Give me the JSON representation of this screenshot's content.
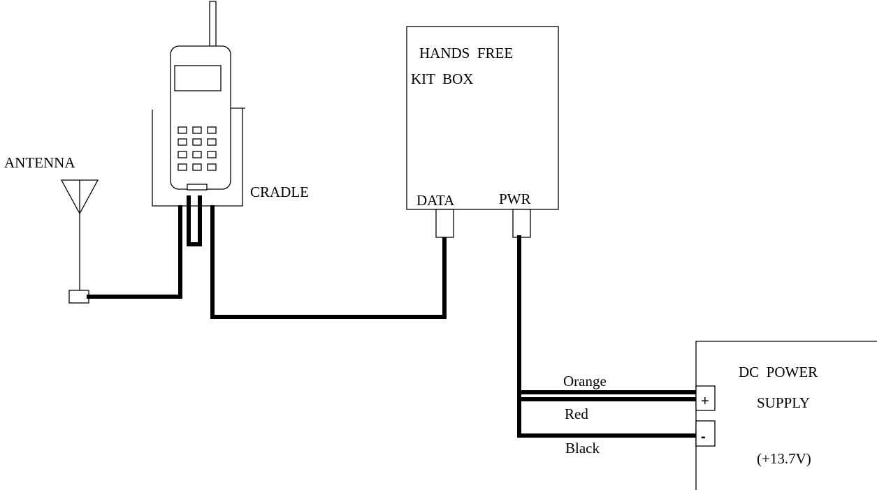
{
  "labels": {
    "antenna": "ANTENNA",
    "cradle": "CRADLE",
    "kit_line1": "HANDS  FREE",
    "kit_line2": "KIT  BOX",
    "data_port": "DATA",
    "pwr_port": "PWR",
    "psu_line1": "DC  POWER",
    "psu_line2": "SUPPLY",
    "psu_voltage": "(+13.7V)",
    "wire_orange": "Orange",
    "wire_red": "Red",
    "wire_black": "Black",
    "plus_terminal": "+",
    "minus_terminal": "-"
  },
  "colors": {
    "line": "#000000",
    "background": "#ffffff"
  }
}
